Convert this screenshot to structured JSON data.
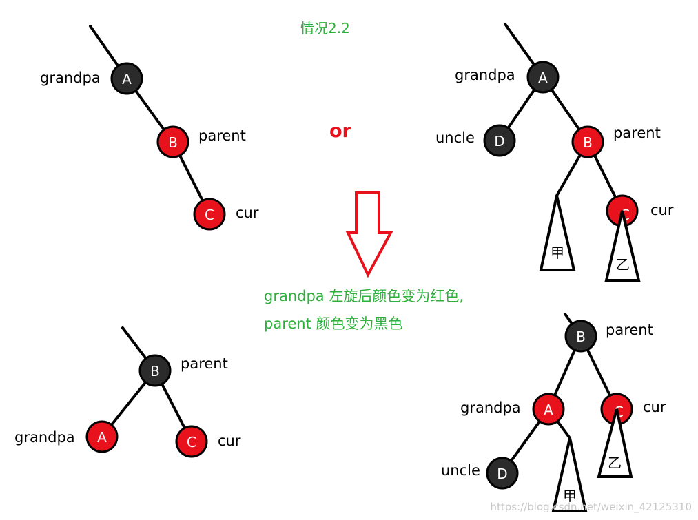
{
  "title": "情况2.2",
  "or_label": "or",
  "note_line1": "grandpa 左旋后颜色变为红色,",
  "note_line2": "parent 颜色变为黑色",
  "watermark": "https://blog.csdn.net/weixin_42125310",
  "colors": {
    "red_node": "#e8121c",
    "black_node": "#2b2b2b",
    "accent_green": "#2eb03c",
    "arrow_red": "#e8121c"
  },
  "d1": {
    "node_a": "A",
    "node_b": "B",
    "node_c": "C",
    "lbl_grandpa": "grandpa",
    "lbl_parent": "parent",
    "lbl_cur": "cur"
  },
  "d2": {
    "node_a": "A",
    "node_d": "D",
    "node_b": "B",
    "node_c": "C",
    "lbl_grandpa": "grandpa",
    "lbl_uncle": "uncle",
    "lbl_parent": "parent",
    "lbl_cur": "cur",
    "tri_left": "甲",
    "tri_right": "乙"
  },
  "d3": {
    "node_b": "B",
    "node_a": "A",
    "node_c": "C",
    "lbl_parent": "parent",
    "lbl_grandpa": "grandpa",
    "lbl_cur": "cur"
  },
  "d4": {
    "node_b": "B",
    "node_a": "A",
    "node_c": "C",
    "node_d": "D",
    "lbl_parent": "parent",
    "lbl_grandpa": "grandpa",
    "lbl_cur": "cur",
    "lbl_uncle": "uncle",
    "tri_left": "甲",
    "tri_right": "乙"
  }
}
